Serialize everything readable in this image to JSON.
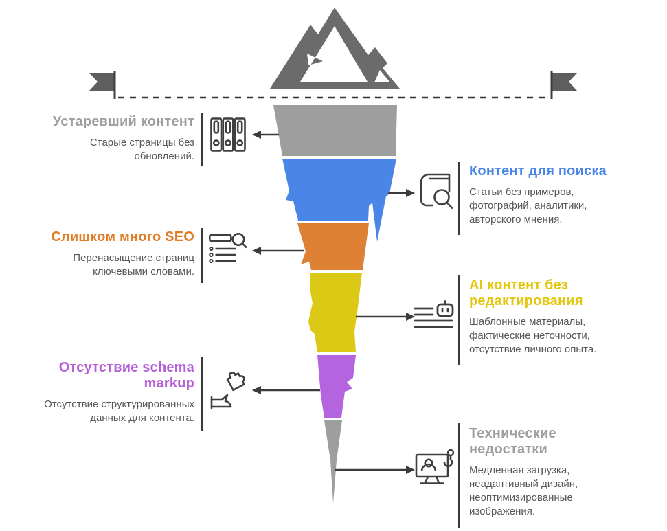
{
  "infographic": {
    "theme": "content-iceberg-funnel",
    "colors": {
      "mountain": "#6b6b6b",
      "flag": "#5e5e5e",
      "dashed_line": "#333333",
      "arrow": "#3b3b3b",
      "divider": "#3a3a3a",
      "description_text": "#575757"
    },
    "funnel": {
      "segments": [
        {
          "name": "outdated-content",
          "color": "#9e9e9e"
        },
        {
          "name": "search-content",
          "color": "#4a86e8"
        },
        {
          "name": "seo-overload",
          "color": "#de8134"
        },
        {
          "name": "ai-content",
          "color": "#dcc916"
        },
        {
          "name": "schema-markup",
          "color": "#b564e0"
        },
        {
          "name": "technical-flaws",
          "color": "#9e9e9e"
        }
      ]
    },
    "sections": {
      "left": [
        {
          "title": "Устаревший контент",
          "color": "#9e9e9e",
          "description": "Старые страницы без\nобновлений.",
          "icon": "binders-icon"
        },
        {
          "title": "Слишком много SEO",
          "color": "#e07d26",
          "description": "Перенасыщение страниц\nключевыми словами.",
          "icon": "seo-list-search-icon"
        },
        {
          "title": "Отсутствие schema\nmarkup",
          "color": "#b55fd9",
          "description": "Отсутствие структурированных\nданных для контента.",
          "icon": "hand-puzzle-icon"
        }
      ],
      "right": [
        {
          "title": "Контент для поиска",
          "color": "#4a86e8",
          "description": "Статьи без примеров,\nфотографий, аналитики,\nавторского мнения.",
          "icon": "book-search-icon"
        },
        {
          "title": "AI контент без\nредактирования",
          "color": "#e3c70f",
          "description": "Шаблонные материалы,\nфактические неточности,\nотсутствие личного опыта.",
          "icon": "ai-text-robot-icon"
        },
        {
          "title": "Технические\nнедостатки",
          "color": "#9e9e9e",
          "description": "Медленная загрузка,\nнеадаптивный дизайн,\nнеоптимизированные\nизображения.",
          "icon": "monitor-repair-icon"
        }
      ]
    }
  }
}
